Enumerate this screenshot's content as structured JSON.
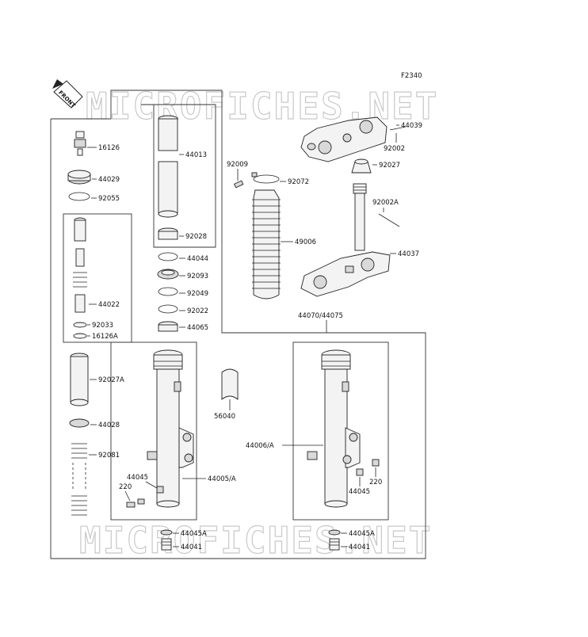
{
  "figure_code": "F2340",
  "front_badge": "FRONT",
  "watermark": "MICROFICHES.NET",
  "parts": {
    "p16126": "16126",
    "p44029": "44029",
    "p92055": "92055",
    "p44022": "44022",
    "p92033": "92033",
    "p16126A": "16126A",
    "p92027A": "92027A",
    "p44028": "44028",
    "p92081": "92081",
    "p44013": "44013",
    "p92028": "92028",
    "p44044": "44044",
    "p92093": "92093",
    "p92049": "92049",
    "p92022": "92022",
    "p44065": "44065",
    "p92009": "92009",
    "p92072": "92072",
    "p49006": "49006",
    "p44039": "44039",
    "p92002": "92002",
    "p92027": "92027",
    "p92002A": "92002A",
    "p44037": "44037",
    "p44070_44075": "44070/44075",
    "p56040": "56040",
    "p44045_left": "44045",
    "p220_left": "220",
    "p44005A": "44005/A",
    "p44006A": "44006/A",
    "p220_right": "220",
    "p44045_right": "44045",
    "p44045A_left": "44045A",
    "p44041_left": "44041",
    "p44045A_right": "44045A",
    "p44041_right": "44041"
  }
}
